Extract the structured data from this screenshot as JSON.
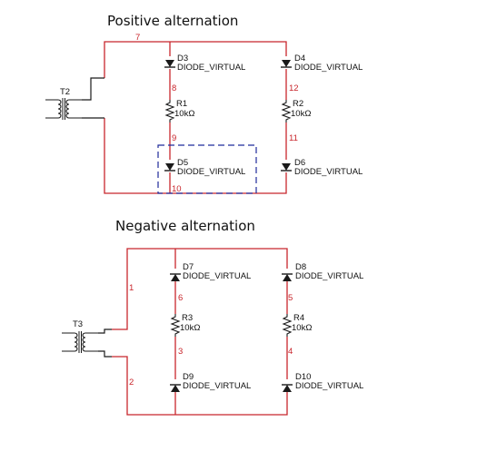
{
  "titles": {
    "positive": "Positive alternation",
    "negative": "Negative alternation"
  },
  "colors": {
    "wire": "#c8262c",
    "net_label": "#c8262c",
    "component": "#1a1a1a",
    "selection_box": "#1f2a9a",
    "background": "#ffffff"
  },
  "diode_model": "DIODE_VIRTUAL",
  "positive_circuit": {
    "transformer": "T2",
    "diodes": [
      "D3",
      "D4",
      "D5",
      "D6"
    ],
    "resistors": [
      {
        "ref": "R1",
        "value": "10kΩ"
      },
      {
        "ref": "R2",
        "value": "10kΩ"
      }
    ],
    "nets": [
      "7",
      "8",
      "9",
      "10",
      "12",
      "11"
    ]
  },
  "negative_circuit": {
    "transformer": "T3",
    "diodes": [
      "D7",
      "D8",
      "D9",
      "D10"
    ],
    "resistors": [
      {
        "ref": "R3",
        "value": "10kΩ"
      },
      {
        "ref": "R4",
        "value": "10kΩ"
      }
    ],
    "nets": [
      "1",
      "2",
      "6",
      "3",
      "5",
      "4"
    ]
  }
}
